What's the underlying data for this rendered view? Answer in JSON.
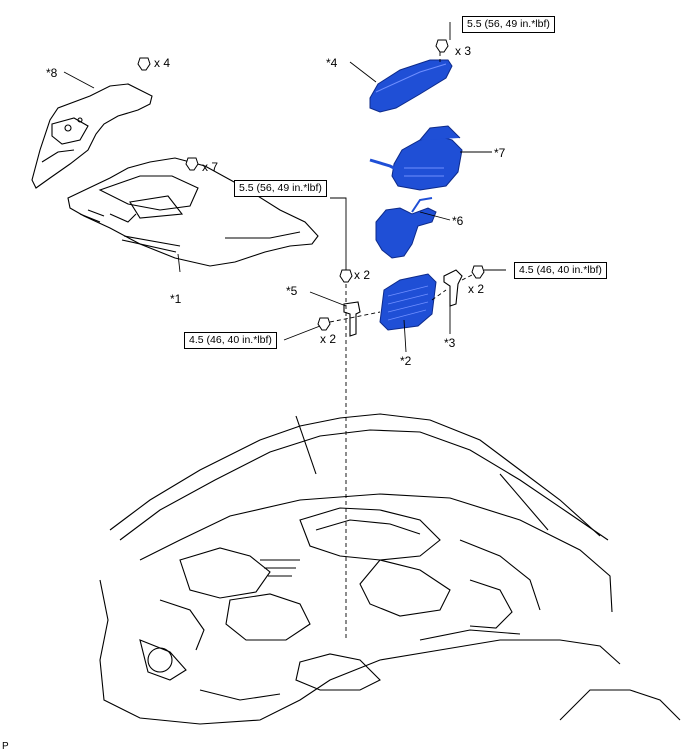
{
  "callouts": {
    "c1": "*1",
    "c2": "*2",
    "c3": "*3",
    "c4": "*4",
    "c5": "*5",
    "c6": "*6",
    "c7": "*7",
    "c8": "*8"
  },
  "quantities": {
    "q_grommet_4": "x 4",
    "q_clip_7": "x 7",
    "q_top_3": "x 3",
    "q_center_2": "x 2",
    "q_right_2": "x 2",
    "q_left_2": "x 2"
  },
  "torques": {
    "t_top": "5.5 (56, 49 in.*lbf)",
    "t_center": "5.5 (56, 49 in.*lbf)",
    "t_right": "4.5 (46, 40 in.*lbf)",
    "t_left": "4.5 (46, 40 in.*lbf)"
  },
  "figure_code": "P",
  "colors": {
    "part_fill": "#1f4fd6",
    "part_dark": "#0d2a8a",
    "line": "#000000"
  }
}
